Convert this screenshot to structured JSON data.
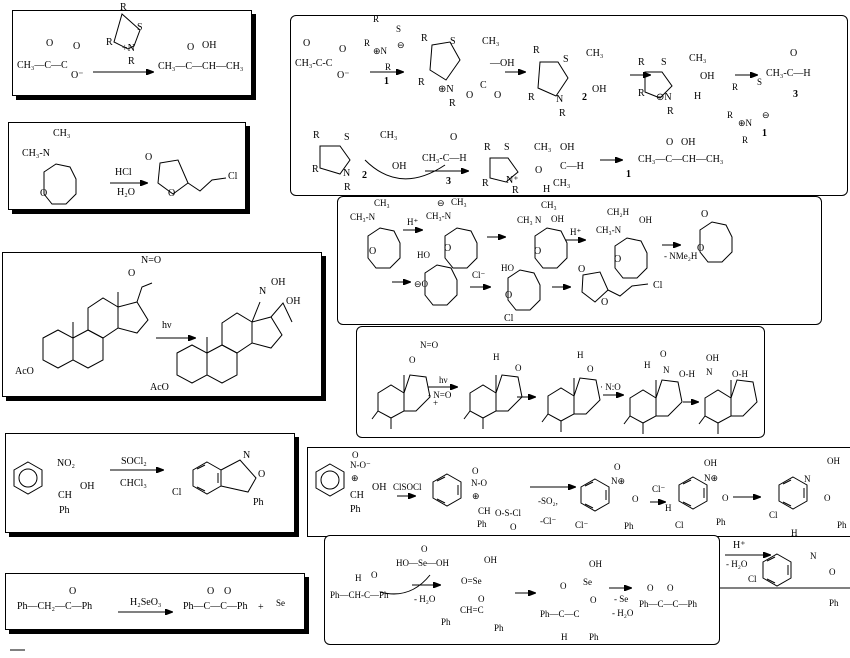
{
  "box1": {
    "labels": [
      "O",
      "O",
      "CH₃—C—C",
      "O⁻",
      "R",
      "R",
      "+N",
      "S",
      "R",
      "O",
      "OH",
      "CH₃—C—CH—CH₃"
    ]
  },
  "box2": {
    "labels": [
      "CH₃",
      "CH₃-N",
      "O",
      "HCl",
      "H₂O",
      "O",
      "O",
      "Cl"
    ]
  },
  "box3": {
    "labels": [
      "O",
      "N=O",
      "AcO",
      "hν",
      "N",
      "OH",
      "OH",
      "AcO"
    ]
  },
  "box4": {
    "labels": [
      "NO₂",
      "CH",
      "OH",
      "Ph",
      "SOCl₂",
      "CHCl₃",
      "N",
      "O",
      "Ph",
      "Cl"
    ]
  },
  "box5": {
    "labels": [
      "O",
      "Ph—CH₂—C—Ph",
      "H₂SeO₃",
      "O",
      "O",
      "Ph—C—C—Ph",
      "+",
      "Se"
    ]
  },
  "mech1": {
    "labels": [
      "O",
      "O",
      "CH₃-C-C",
      "O⁻",
      "R",
      "R",
      "S",
      "⊕N",
      "⊖",
      "R",
      "1",
      "R",
      "S",
      "CH₃",
      "—OH",
      "R",
      "⊕N",
      "R",
      "O",
      "C",
      "O",
      "R",
      "S",
      "CH₃",
      "OH",
      "R",
      "N",
      "R",
      "2",
      "R",
      "S",
      "CH₃",
      "OH",
      "R",
      "⊖N",
      "H",
      "R",
      "O",
      "CH₃-C—H",
      "3",
      "R",
      "S",
      "R",
      "⊕N",
      "⊖",
      "R",
      "1",
      "R",
      "S",
      "CH₃",
      "OH",
      "R",
      "N",
      "R",
      "2",
      "O",
      "CH₃-C—H",
      "3",
      "R",
      "S",
      "CH₃",
      "OH",
      "C—H",
      "CH₃",
      "R",
      "N⁺",
      "R",
      "O",
      "H",
      "1",
      "O",
      "OH",
      "CH₃—C—CH—CH₃"
    ]
  },
  "mech2": {
    "labels": [
      "CH₃",
      "CH₃-N",
      "O",
      "H⁺",
      "⊖",
      "CH₃",
      "CH₃-N",
      "O",
      "CH₃",
      "CH₃ N",
      "OH",
      "O",
      "H⁺",
      "CH₂H",
      "CH₃-N",
      "OH",
      "O",
      "- NMe₂H",
      "O",
      "O",
      "HO",
      "⊖O",
      "Cl⁻",
      "HO",
      "O",
      "Cl",
      "O",
      "O",
      "Cl"
    ]
  },
  "mech3": {
    "labels": [
      "N=O",
      "O",
      "hν",
      "- N=O",
      "+",
      "H",
      "O",
      "H",
      "O",
      "· N:O",
      "H",
      "O",
      "N",
      "O-H",
      "OH",
      "N",
      "O-H"
    ]
  },
  "mech4": {
    "labels": [
      "O",
      "N-O⁻",
      "⊕",
      "OH",
      "CH",
      "Ph",
      "ClSOCl",
      "O",
      "N-O",
      "⊕",
      "CH",
      "O-S-Cl",
      "O",
      "Ph",
      "-SO₂,",
      "-Cl⁻",
      "O",
      "N⊕",
      "O",
      "Cl⁻",
      "Ph",
      "Cl⁻",
      "H",
      "Cl",
      "OH",
      "N⊕",
      "O",
      "Ph",
      "OH",
      "N",
      "O",
      "Cl",
      "H",
      "Ph",
      "H⁺",
      "- H₂O",
      "N",
      "O",
      "Cl",
      "Ph"
    ]
  },
  "mech5": {
    "labels": [
      "O",
      "HO—Se—OH",
      "H",
      "O",
      "Ph—CH-C—Ph",
      "- H₂O",
      "OH",
      "O=Se",
      "O",
      "Ph",
      "CH=C",
      "Ph",
      "OH",
      "O",
      "Se",
      "O",
      "Ph—C—C",
      "H",
      "Ph",
      "- Se",
      "- H₂O",
      "O",
      "O",
      "Ph—C—C—Ph"
    ]
  }
}
